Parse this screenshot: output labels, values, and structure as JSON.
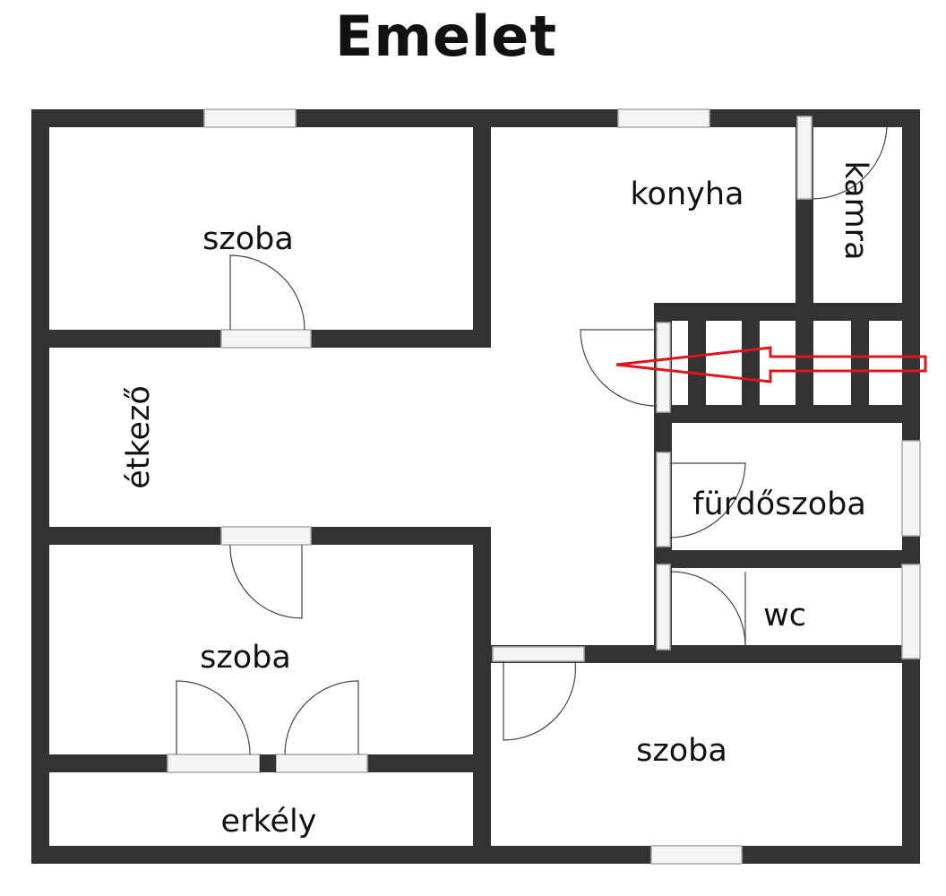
{
  "title": "Emelet",
  "rooms": {
    "szoba_top_left": "szoba",
    "konyha": "konyha",
    "kamra": "kamra",
    "etkezo": "étkező",
    "furdoszoba": "fürdőszoba",
    "wc": "wc",
    "szoba_bottom_left": "szoba",
    "szoba_bottom_right": "szoba",
    "erkely": "erkély"
  },
  "colors": {
    "wall": "#333333",
    "arrow": "#e0141e"
  },
  "icons": {
    "stairs_arrow": "red-arrow-left"
  }
}
